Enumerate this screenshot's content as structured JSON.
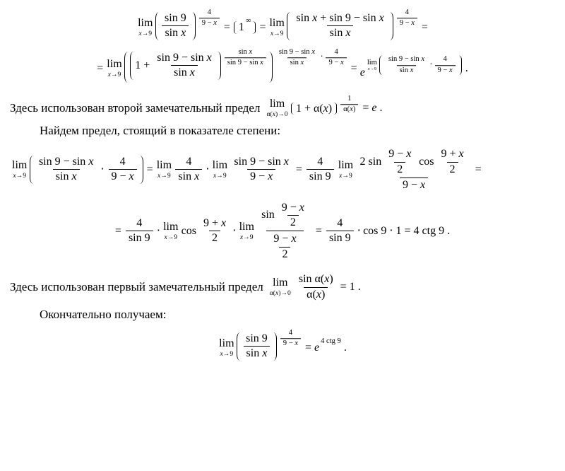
{
  "page": {
    "background": "#ffffff",
    "text_color": "#000000"
  },
  "paragraphs": {
    "second_limit_text": "Здесь использован второй замечательный предел",
    "find_exponent_text": "Найдем предел, стоящий в показателе степени:",
    "first_limit_text": "Здесь использован первый замечательный предел",
    "final_text": "Окончательно получаем:"
  },
  "formulas": {
    "main1": {
      "row": [
        {
          "under": [
            "lim",
            "*x*→9"
          ]
        },
        {
          "sp": 0.1
        },
        {
          "sup": [
            {
              "par": {
                "frac": [
                  "sin 9",
                  "sin *x*"
                ]
              }
            },
            {
              "frac": [
                "4",
                "9 − *x*"
              ]
            }
          ]
        },
        " = ",
        {
          "par": {
            "sup": [
              "1",
              "∞"
            ]
          }
        },
        " = ",
        {
          "under": [
            "lim",
            "*x*→9"
          ]
        },
        {
          "sp": 0.1
        },
        {
          "sup": [
            {
              "par": {
                "frac": [
                  "sin *x* + sin 9 − sin *x*",
                  "sin *x*"
                ]
              }
            },
            {
              "frac": [
                "4",
                "9 − *x*"
              ]
            }
          ]
        },
        " ="
      ]
    },
    "main2": {
      "row": [
        "= ",
        {
          "under": [
            "lim",
            "*x*→9"
          ]
        },
        {
          "sp": 0.1
        },
        {
          "sup": [
            {
              "par": {
                "sup": [
                  {
                    "par": {
                      "row": [
                        "1 + ",
                        {
                          "frac": [
                            "sin 9 − sin *x*",
                            "sin *x*"
                          ]
                        }
                      ]
                    }
                  },
                  {
                    "frac": [
                      "sin *x*",
                      "sin 9 − sin *x*"
                    ]
                  }
                ]
              }
            },
            {
              "row": [
                {
                  "frac": [
                    "sin 9 − sin *x*",
                    "sin *x*"
                  ]
                },
                {
                  "sp": 0.2
                },
                "⋅",
                {
                  "sp": 0.2
                },
                {
                  "frac": [
                    "4",
                    "9 − *x*"
                  ]
                }
              ]
            }
          ]
        },
        " = ",
        {
          "sup": [
            "*e*",
            {
              "row": [
                {
                  "under": [
                    "lim",
                    "*x*→9"
                  ]
                },
                {
                  "sp": 0.1
                },
                {
                  "par": {
                    "row": [
                      {
                        "frac": [
                          "sin 9 − sin *x*",
                          "sin *x*"
                        ]
                      },
                      {
                        "sp": 0.15
                      },
                      "⋅",
                      {
                        "sp": 0.15
                      },
                      {
                        "frac": [
                          "4",
                          "9 − *x*"
                        ]
                      }
                    ]
                  }
                }
              ]
            }
          ]
        },
        " ."
      ]
    },
    "second_limit": {
      "row": [
        {
          "under": [
            "lim",
            "α(*x*)→0"
          ]
        },
        {
          "sp": 0.15
        },
        {
          "sup": [
            {
              "par": "1 + α(*x*)"
            },
            {
              "frac": [
                "1",
                "α(*x*)"
              ]
            }
          ]
        },
        " = *e* ."
      ]
    },
    "exp1": {
      "row": [
        {
          "under": [
            "lim",
            "*x*→9"
          ]
        },
        {
          "sp": 0.1
        },
        {
          "par": {
            "row": [
              {
                "frac": [
                  "sin 9 − sin *x*",
                  "sin *x*"
                ]
              },
              {
                "sp": 0.25
              },
              "⋅",
              {
                "sp": 0.25
              },
              {
                "frac": [
                  "4",
                  "9 − *x*"
                ]
              }
            ]
          }
        },
        " = ",
        {
          "under": [
            "lim",
            "*x*→9"
          ]
        },
        {
          "sp": 0.15
        },
        {
          "frac": [
            "4",
            "sin *x*"
          ]
        },
        {
          "sp": 0.2
        },
        "⋅",
        {
          "sp": 0.2
        },
        {
          "under": [
            "lim",
            "*x*→9"
          ]
        },
        {
          "sp": 0.15
        },
        {
          "frac": [
            "sin 9 − sin *x*",
            "9 − *x*"
          ]
        },
        " = ",
        {
          "frac": [
            "4",
            "sin 9"
          ]
        },
        {
          "sp": 0.2
        },
        {
          "under": [
            "lim",
            "*x*→9"
          ]
        },
        {
          "sp": 0.15
        },
        {
          "frac": [
            {
              "row": [
                "2 sin ",
                {
                  "frac": [
                    "9 − *x*",
                    "2"
                  ]
                },
                {
                  "sp": 0.3
                },
                "cos ",
                {
                  "frac": [
                    "9 + *x*",
                    "2"
                  ]
                }
              ]
            },
            "9 − *x*"
          ]
        },
        " ="
      ]
    },
    "exp2": {
      "row": [
        "= ",
        {
          "frac": [
            "4",
            "sin 9"
          ]
        },
        {
          "sp": 0.2
        },
        "⋅",
        {
          "sp": 0.2
        },
        {
          "under": [
            "lim",
            "*x*→9"
          ]
        },
        {
          "sp": 0.2
        },
        "cos ",
        {
          "frac": [
            "9 + *x*",
            "2"
          ]
        },
        {
          "sp": 0.2
        },
        "⋅",
        {
          "sp": 0.2
        },
        {
          "under": [
            "lim",
            "*x*→9"
          ]
        },
        {
          "sp": 0.2
        },
        {
          "frac": [
            {
              "row": [
                "sin ",
                {
                  "frac": [
                    "9 − *x*",
                    "2"
                  ]
                }
              ]
            },
            {
              "frac": [
                "9 − *x*",
                "2"
              ]
            }
          ]
        },
        " = ",
        {
          "frac": [
            "4",
            "sin 9"
          ]
        },
        {
          "sp": 0.2
        },
        "⋅",
        {
          "sp": 0.2
        },
        "cos 9 ⋅ 1 = 4 ctg 9 ."
      ]
    },
    "first_limit": {
      "row": [
        {
          "under": [
            "lim",
            "α(*x*)→0"
          ]
        },
        {
          "sp": 0.25
        },
        {
          "frac": [
            "sin α(*x*)",
            "α(*x*)"
          ]
        },
        " = 1 ."
      ]
    },
    "final": {
      "row": [
        {
          "under": [
            "lim",
            "*x*→9"
          ]
        },
        {
          "sp": 0.1
        },
        {
          "sup": [
            {
              "par": {
                "frac": [
                  "sin 9",
                  "sin *x*"
                ]
              }
            },
            {
              "frac": [
                "4",
                "9 − *x*"
              ]
            }
          ]
        },
        " = ",
        {
          "sup": [
            "*e*",
            "4 ctg 9"
          ]
        },
        " ."
      ]
    }
  }
}
